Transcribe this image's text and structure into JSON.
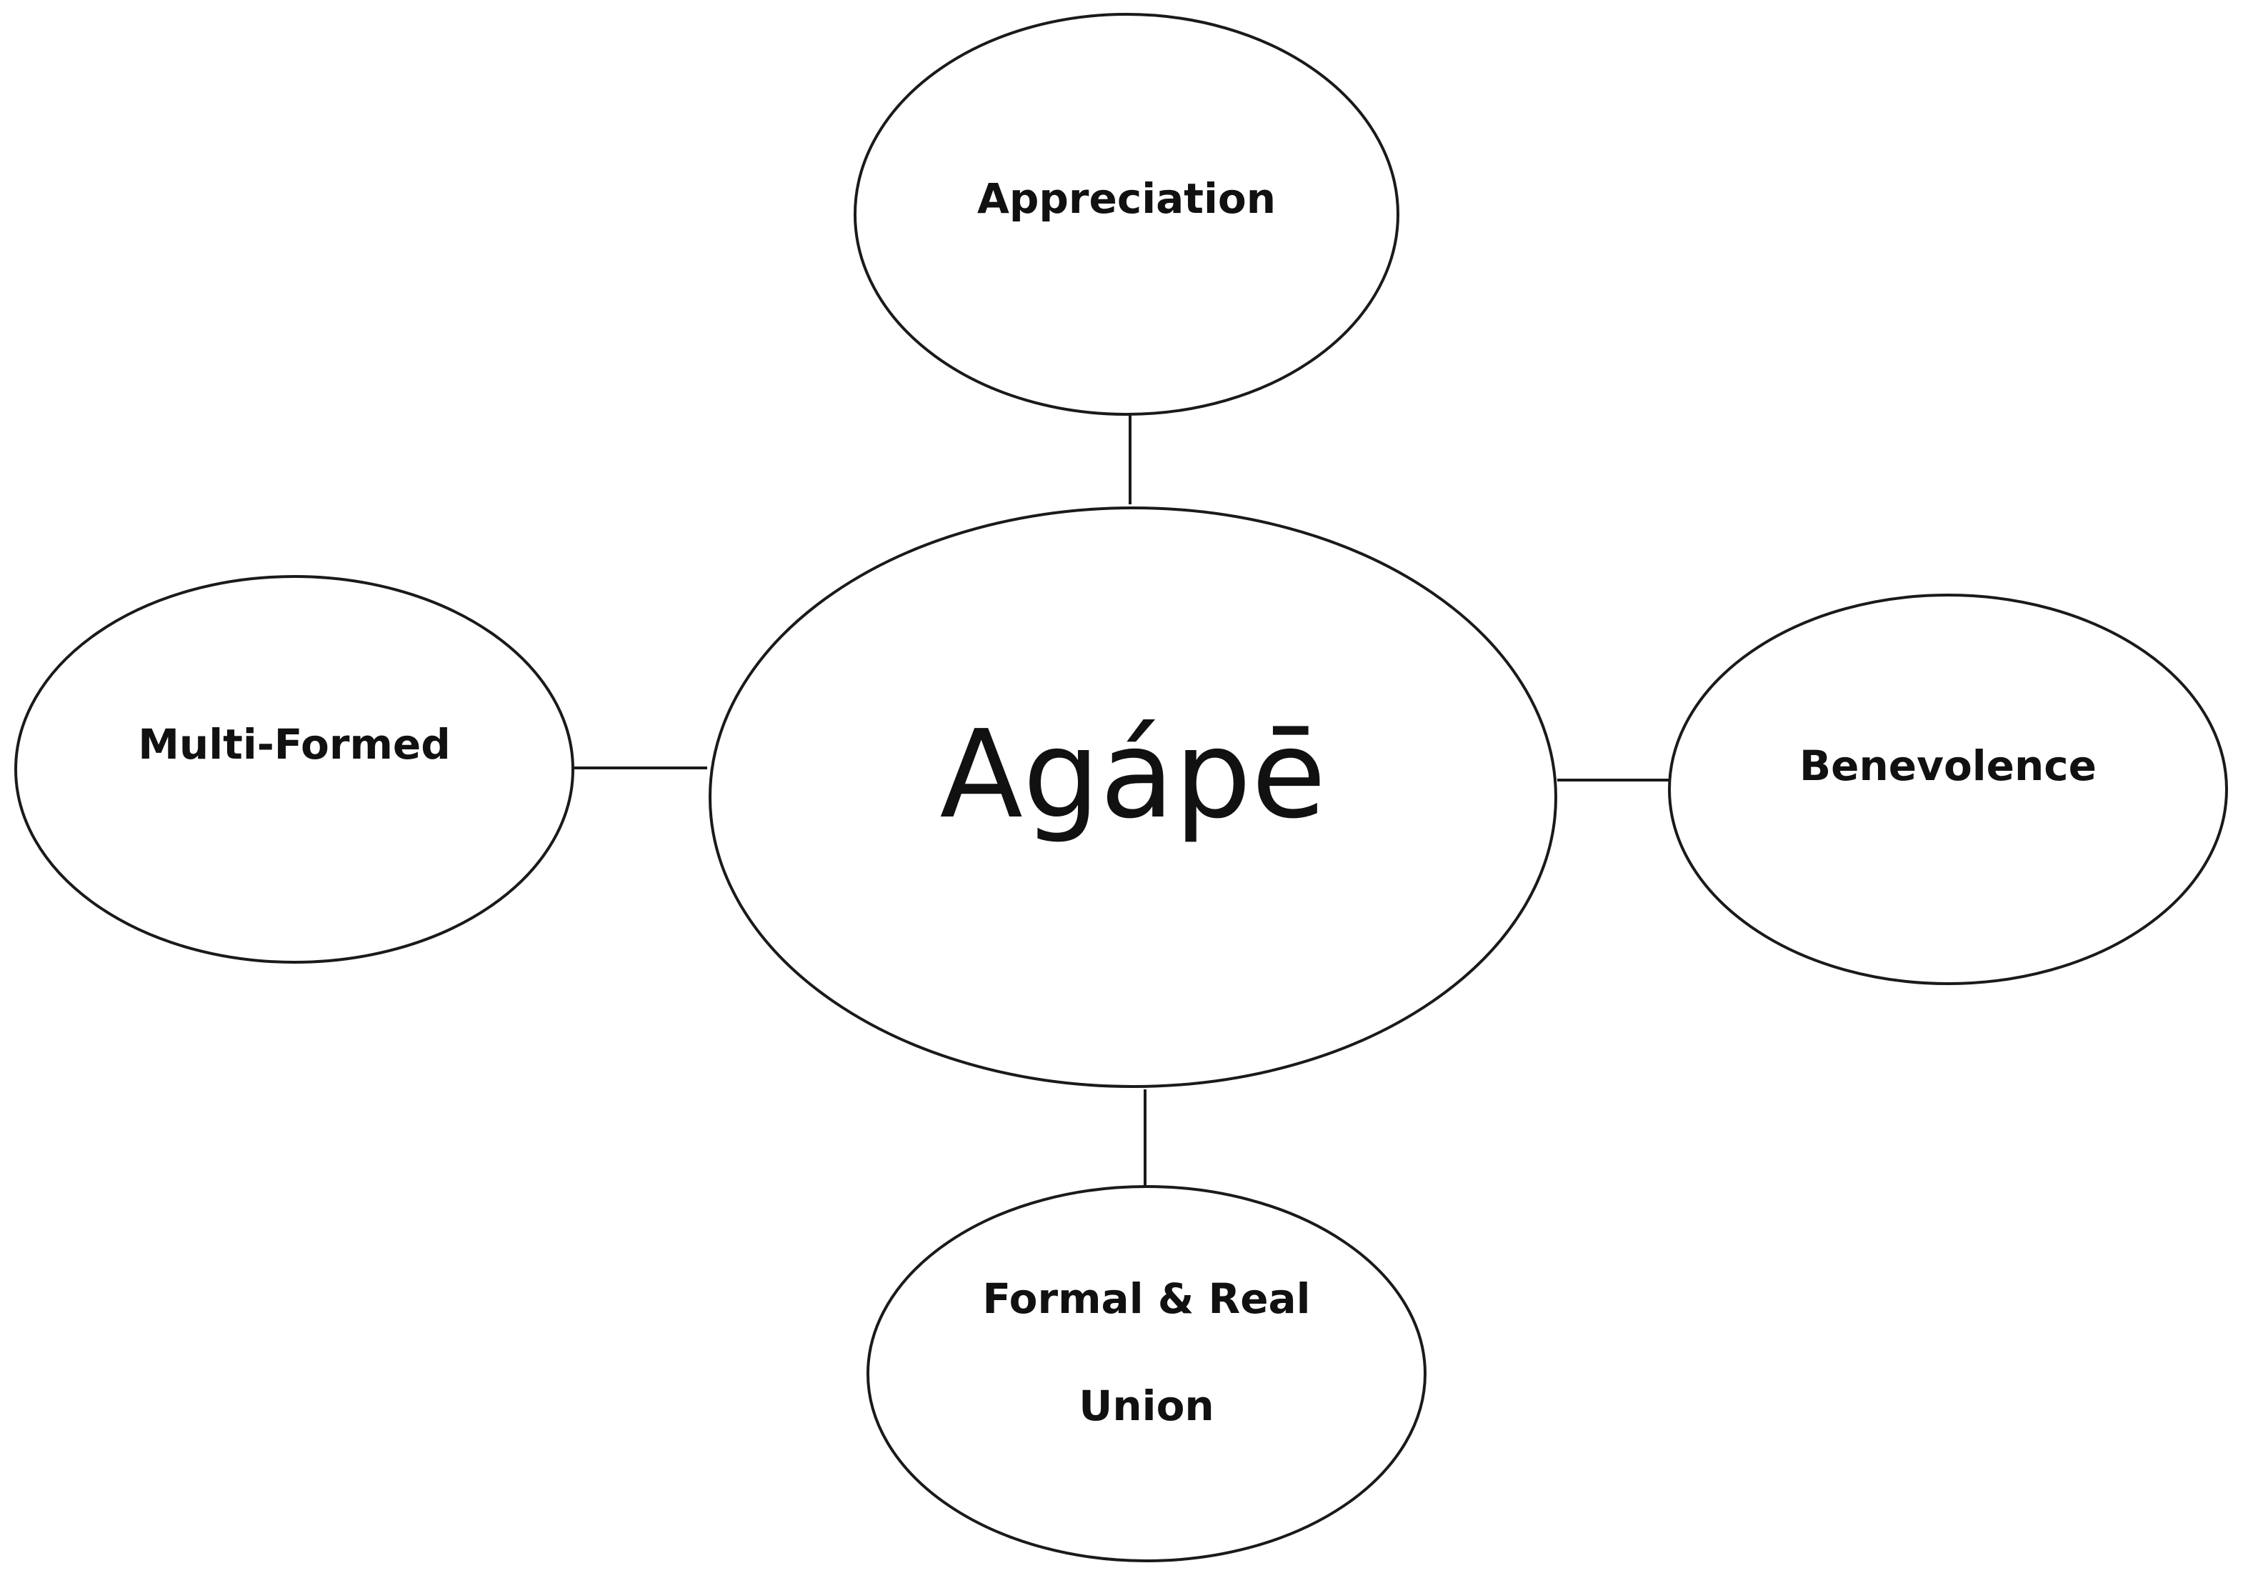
{
  "diagram": {
    "center": {
      "label": "Agápē"
    },
    "nodes": {
      "top": {
        "label": "Appreciation"
      },
      "right": {
        "label": "Benevolence"
      },
      "bottom": {
        "line1": "Formal & Real",
        "line2": "Union"
      },
      "left": {
        "label": "Multi-Formed"
      }
    }
  }
}
